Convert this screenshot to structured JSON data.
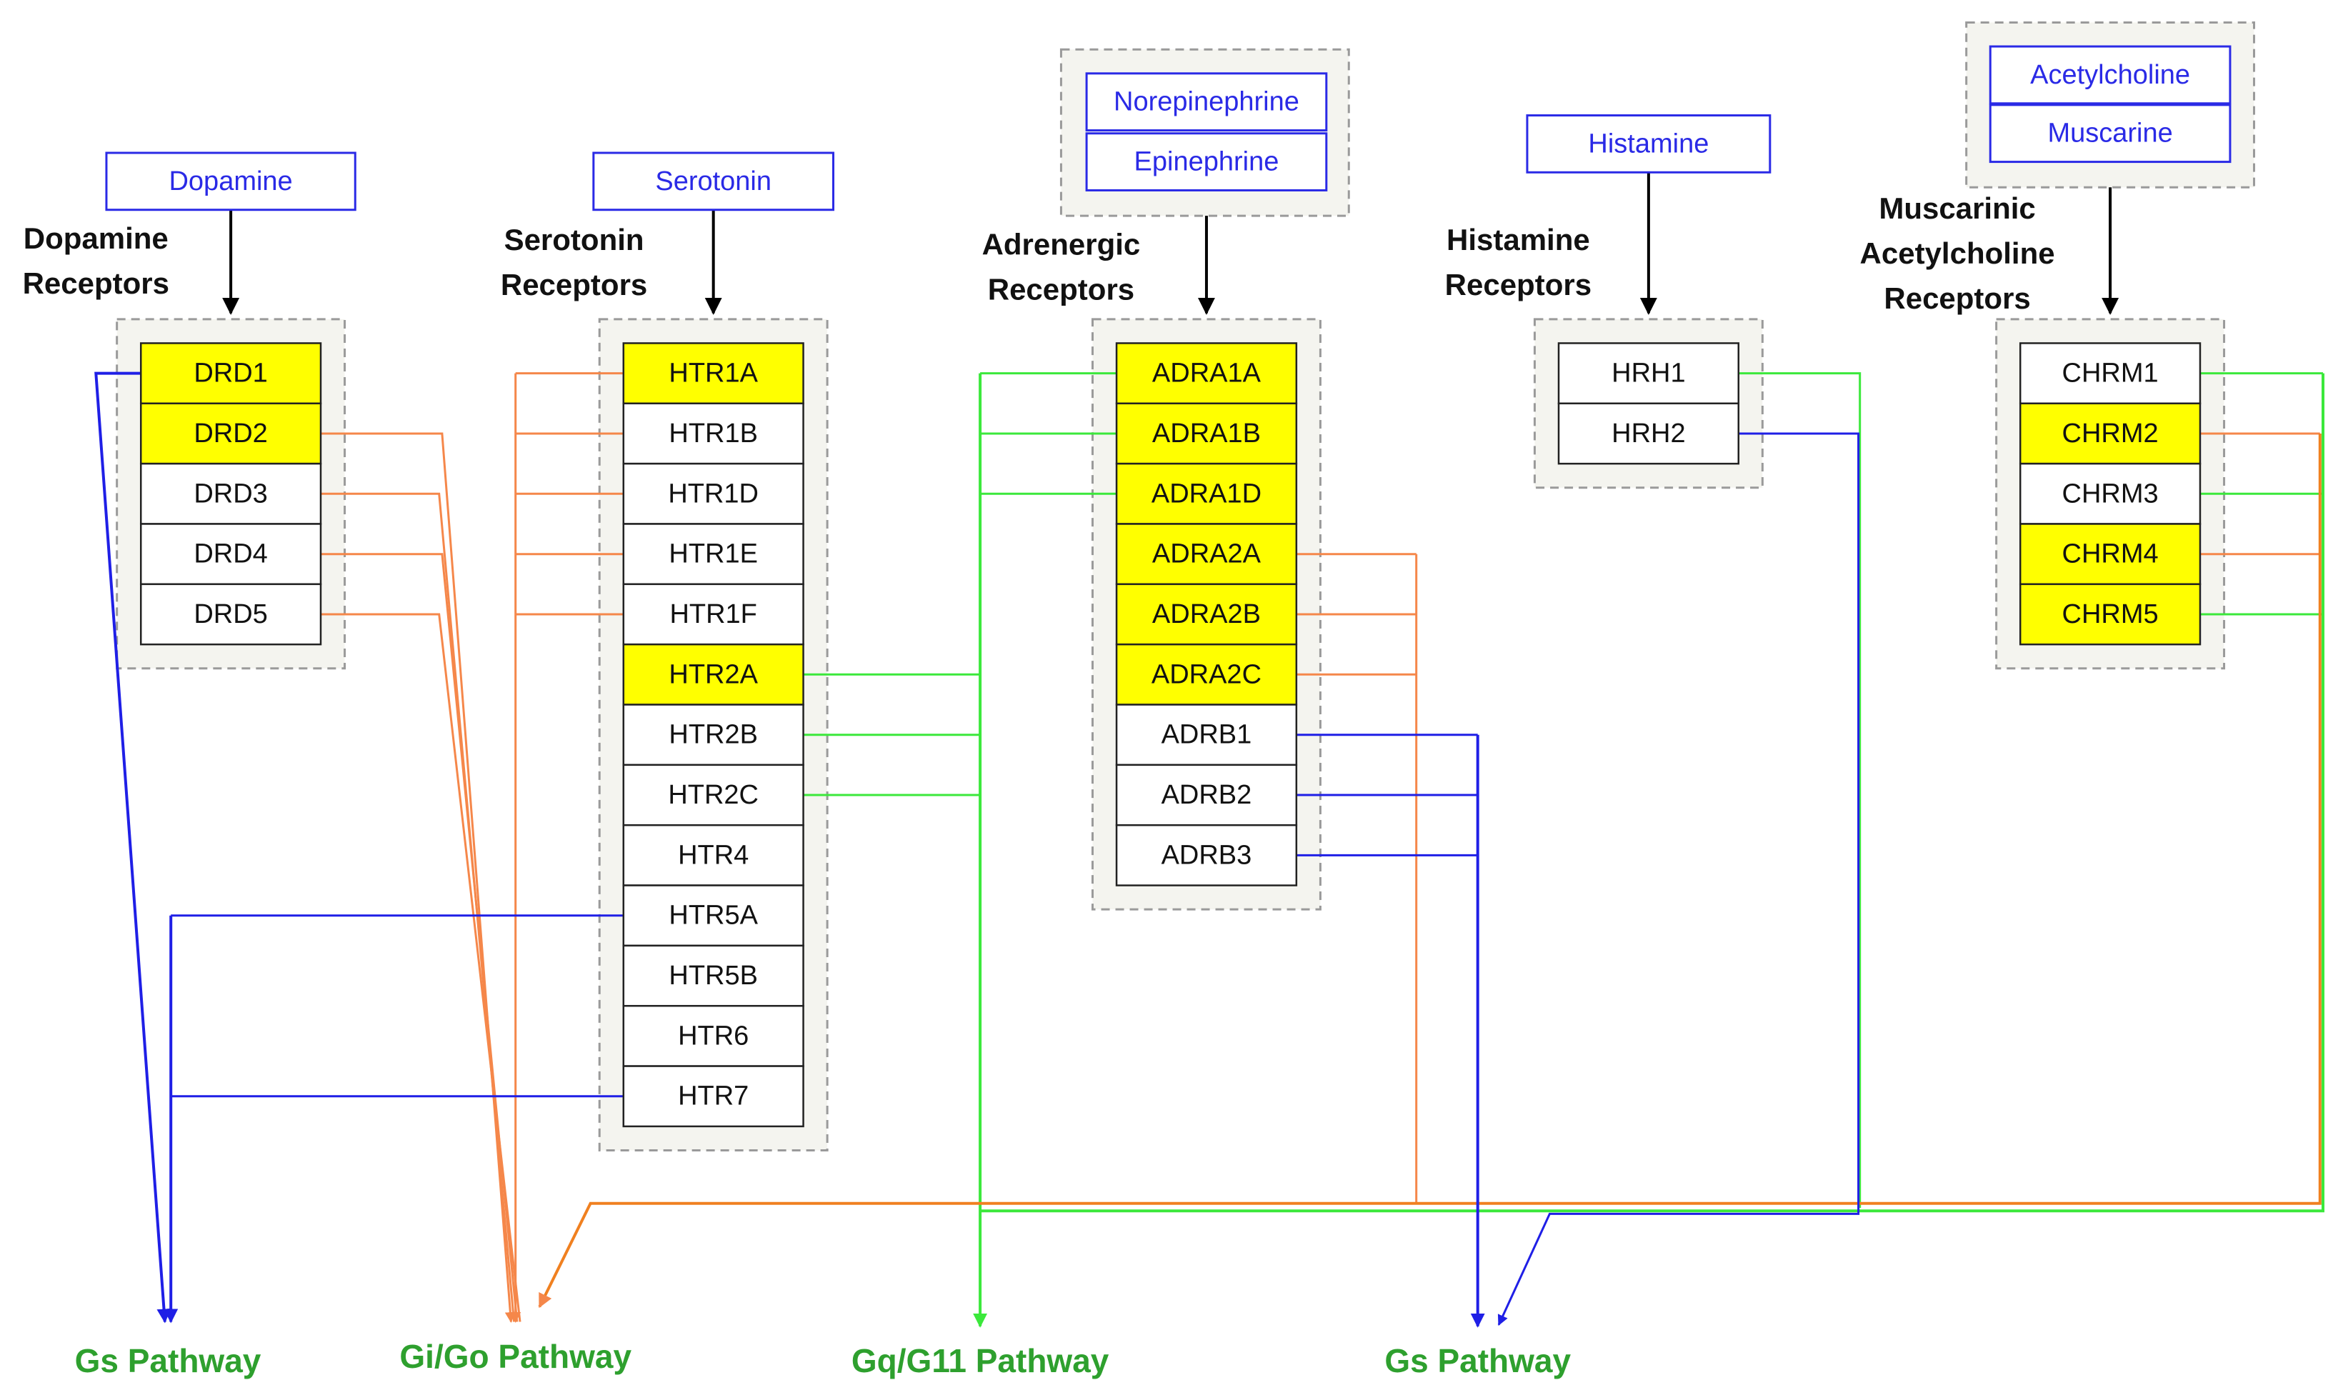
{
  "colors": {
    "highlight": "#ffff00",
    "plain": "#ffffff",
    "ligand": "#2a2ae6",
    "pathway_label": "#2ea02e",
    "gs": "#1f1fe6",
    "gi_go": "#f5874a",
    "gi_go_trunk": "#f08020",
    "gq": "#3be83b"
  },
  "groups": [
    {
      "id": "dopamine",
      "title_lines": [
        "Dopamine",
        "Receptors"
      ],
      "ligands": [
        "Dopamine"
      ],
      "receptors": [
        {
          "name": "DRD1",
          "highlighted": true
        },
        {
          "name": "DRD2",
          "highlighted": true
        },
        {
          "name": "DRD3",
          "highlighted": false
        },
        {
          "name": "DRD4",
          "highlighted": false
        },
        {
          "name": "DRD5",
          "highlighted": false
        }
      ]
    },
    {
      "id": "serotonin",
      "title_lines": [
        "Serotonin",
        "Receptors"
      ],
      "ligands": [
        "Serotonin"
      ],
      "receptors": [
        {
          "name": "HTR1A",
          "highlighted": true
        },
        {
          "name": "HTR1B",
          "highlighted": false
        },
        {
          "name": "HTR1D",
          "highlighted": false
        },
        {
          "name": "HTR1E",
          "highlighted": false
        },
        {
          "name": "HTR1F",
          "highlighted": false
        },
        {
          "name": "HTR2A",
          "highlighted": true
        },
        {
          "name": "HTR2B",
          "highlighted": false
        },
        {
          "name": "HTR2C",
          "highlighted": false
        },
        {
          "name": "HTR4",
          "highlighted": false
        },
        {
          "name": "HTR5A",
          "highlighted": false
        },
        {
          "name": "HTR5B",
          "highlighted": false
        },
        {
          "name": "HTR6",
          "highlighted": false
        },
        {
          "name": "HTR7",
          "highlighted": false
        }
      ]
    },
    {
      "id": "adrenergic",
      "title_lines": [
        "Adrenergic",
        "Receptors"
      ],
      "ligands": [
        "Norepinephrine",
        "Epinephrine"
      ],
      "receptors": [
        {
          "name": "ADRA1A",
          "highlighted": true
        },
        {
          "name": "ADRA1B",
          "highlighted": true
        },
        {
          "name": "ADRA1D",
          "highlighted": true
        },
        {
          "name": "ADRA2A",
          "highlighted": true
        },
        {
          "name": "ADRA2B",
          "highlighted": true
        },
        {
          "name": "ADRA2C",
          "highlighted": true
        },
        {
          "name": "ADRB1",
          "highlighted": false
        },
        {
          "name": "ADRB2",
          "highlighted": false
        },
        {
          "name": "ADRB3",
          "highlighted": false
        }
      ]
    },
    {
      "id": "histamine",
      "title_lines": [
        "Histamine",
        "Receptors"
      ],
      "ligands": [
        "Histamine"
      ],
      "receptors": [
        {
          "name": "HRH1",
          "highlighted": false
        },
        {
          "name": "HRH2",
          "highlighted": false
        }
      ]
    },
    {
      "id": "muscarinic",
      "title_lines": [
        "Muscarinic",
        "Acetylcholine",
        "Receptors"
      ],
      "ligands": [
        "Acetylcholine",
        "Muscarine"
      ],
      "receptors": [
        {
          "name": "CHRM1",
          "highlighted": false
        },
        {
          "name": "CHRM2",
          "highlighted": true
        },
        {
          "name": "CHRM3",
          "highlighted": false
        },
        {
          "name": "CHRM4",
          "highlighted": true
        },
        {
          "name": "CHRM5",
          "highlighted": true
        }
      ]
    }
  ],
  "pathways": [
    {
      "id": "gs-left",
      "label": "Gs Pathway",
      "type": "Gs"
    },
    {
      "id": "gi-go",
      "label": "Gi/Go Pathway",
      "type": "Gi/Go"
    },
    {
      "id": "gq-g11",
      "label": "Gq/G11 Pathway",
      "type": "Gq/G11"
    },
    {
      "id": "gs-right",
      "label": "Gs Pathway",
      "type": "Gs"
    }
  ],
  "connections": {
    "Gs": [
      "DRD1",
      "HTR5A",
      "HTR7",
      "ADRB1",
      "ADRB2",
      "ADRB3",
      "HRH2"
    ],
    "Gi/Go": [
      "DRD2",
      "DRD3",
      "DRD4",
      "DRD5",
      "HTR1A",
      "HTR1B",
      "HTR1D",
      "HTR1E",
      "HTR1F",
      "ADRA2A",
      "ADRA2B",
      "ADRA2C",
      "CHRM2",
      "CHRM4"
    ],
    "Gq/G11": [
      "HTR2A",
      "HTR2B",
      "HTR2C",
      "ADRA1A",
      "ADRA1B",
      "ADRA1D",
      "HRH1",
      "CHRM1",
      "CHRM3",
      "CHRM5"
    ]
  }
}
